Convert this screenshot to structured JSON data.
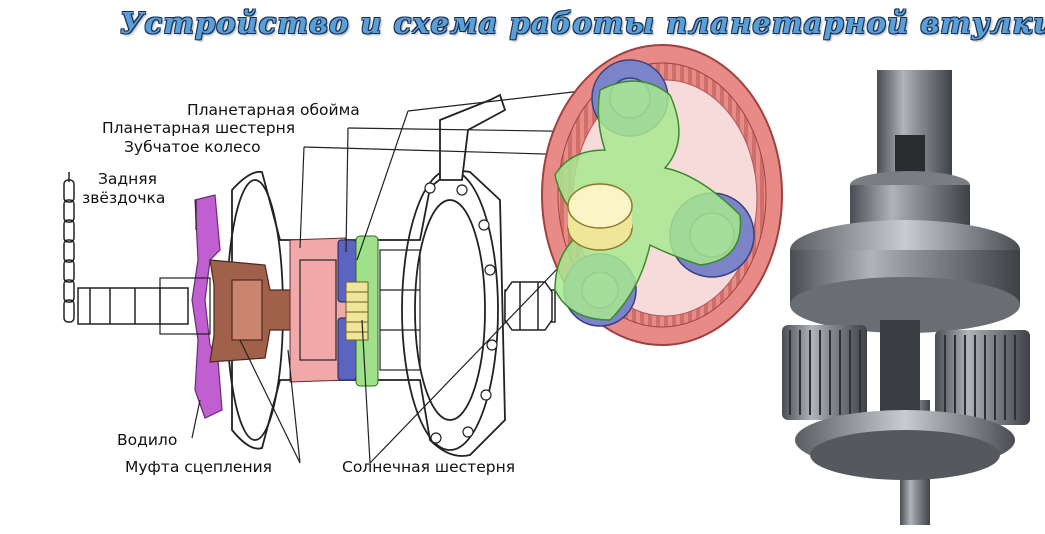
{
  "title": "Устройство и схема работы планетарной втулки",
  "labels": {
    "planet_cage": "Планетарная обойма",
    "planet_gear": "Планетарная шестерня",
    "ring_gear": "Зубчатое колесо",
    "sprocket_line1": "Задняя",
    "sprocket_line2": "звёздочка",
    "carrier": "Водило",
    "clutch": "Муфта сцепления",
    "sun_gear": "Солнечная шестерня"
  },
  "colors": {
    "title_fill": "#5aa0d8",
    "title_outline": "#1a2f55",
    "ring_gear": "#e88a86",
    "planet_gears": "#7b84c8",
    "carrier_green": "#9fe08a",
    "sun_yellow": "#f0e69a",
    "sprocket_purple": "#c060d0",
    "clutch_brown": "#a0604a",
    "steel": "#7d8288"
  }
}
